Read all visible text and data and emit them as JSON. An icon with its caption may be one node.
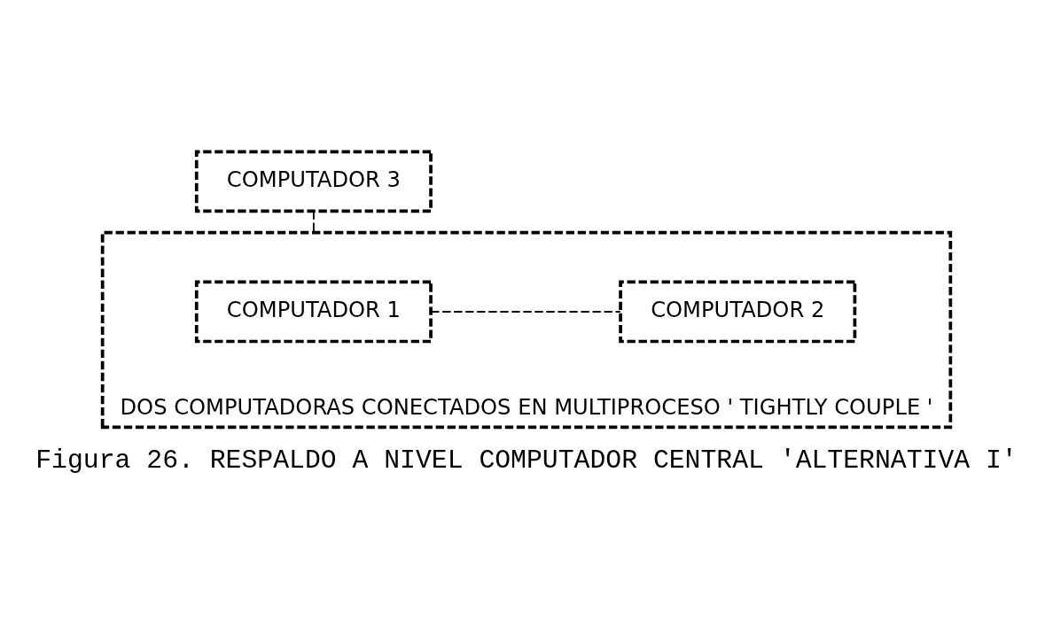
{
  "diagram": {
    "caption": "Figura 26. RESPALDO A NIVEL COMPUTADOR CENTRAL 'ALTERNATIVA I'",
    "nodes": [
      {
        "text": [
          "COMPUTADOR 3"
        ]
      },
      {
        "text": [
          "DOS COMPUTADORAS CONECTADOS EN MULTIPROCESO ' TIGHTLY COUPLE '"
        ]
      },
      {
        "text": [
          "COMPUTADOR 1"
        ],
        "in": 1
      },
      {
        "text": [
          "COMPUTADOR 2"
        ],
        "in": 1
      }
    ],
    "edges": [
      {
        "from": 0,
        "to": 1,
        "arrow": "none",
        "style": "dashed"
      },
      {
        "from": 2,
        "to": 3,
        "arrow": "none",
        "style": "dashed"
      }
    ]
  }
}
